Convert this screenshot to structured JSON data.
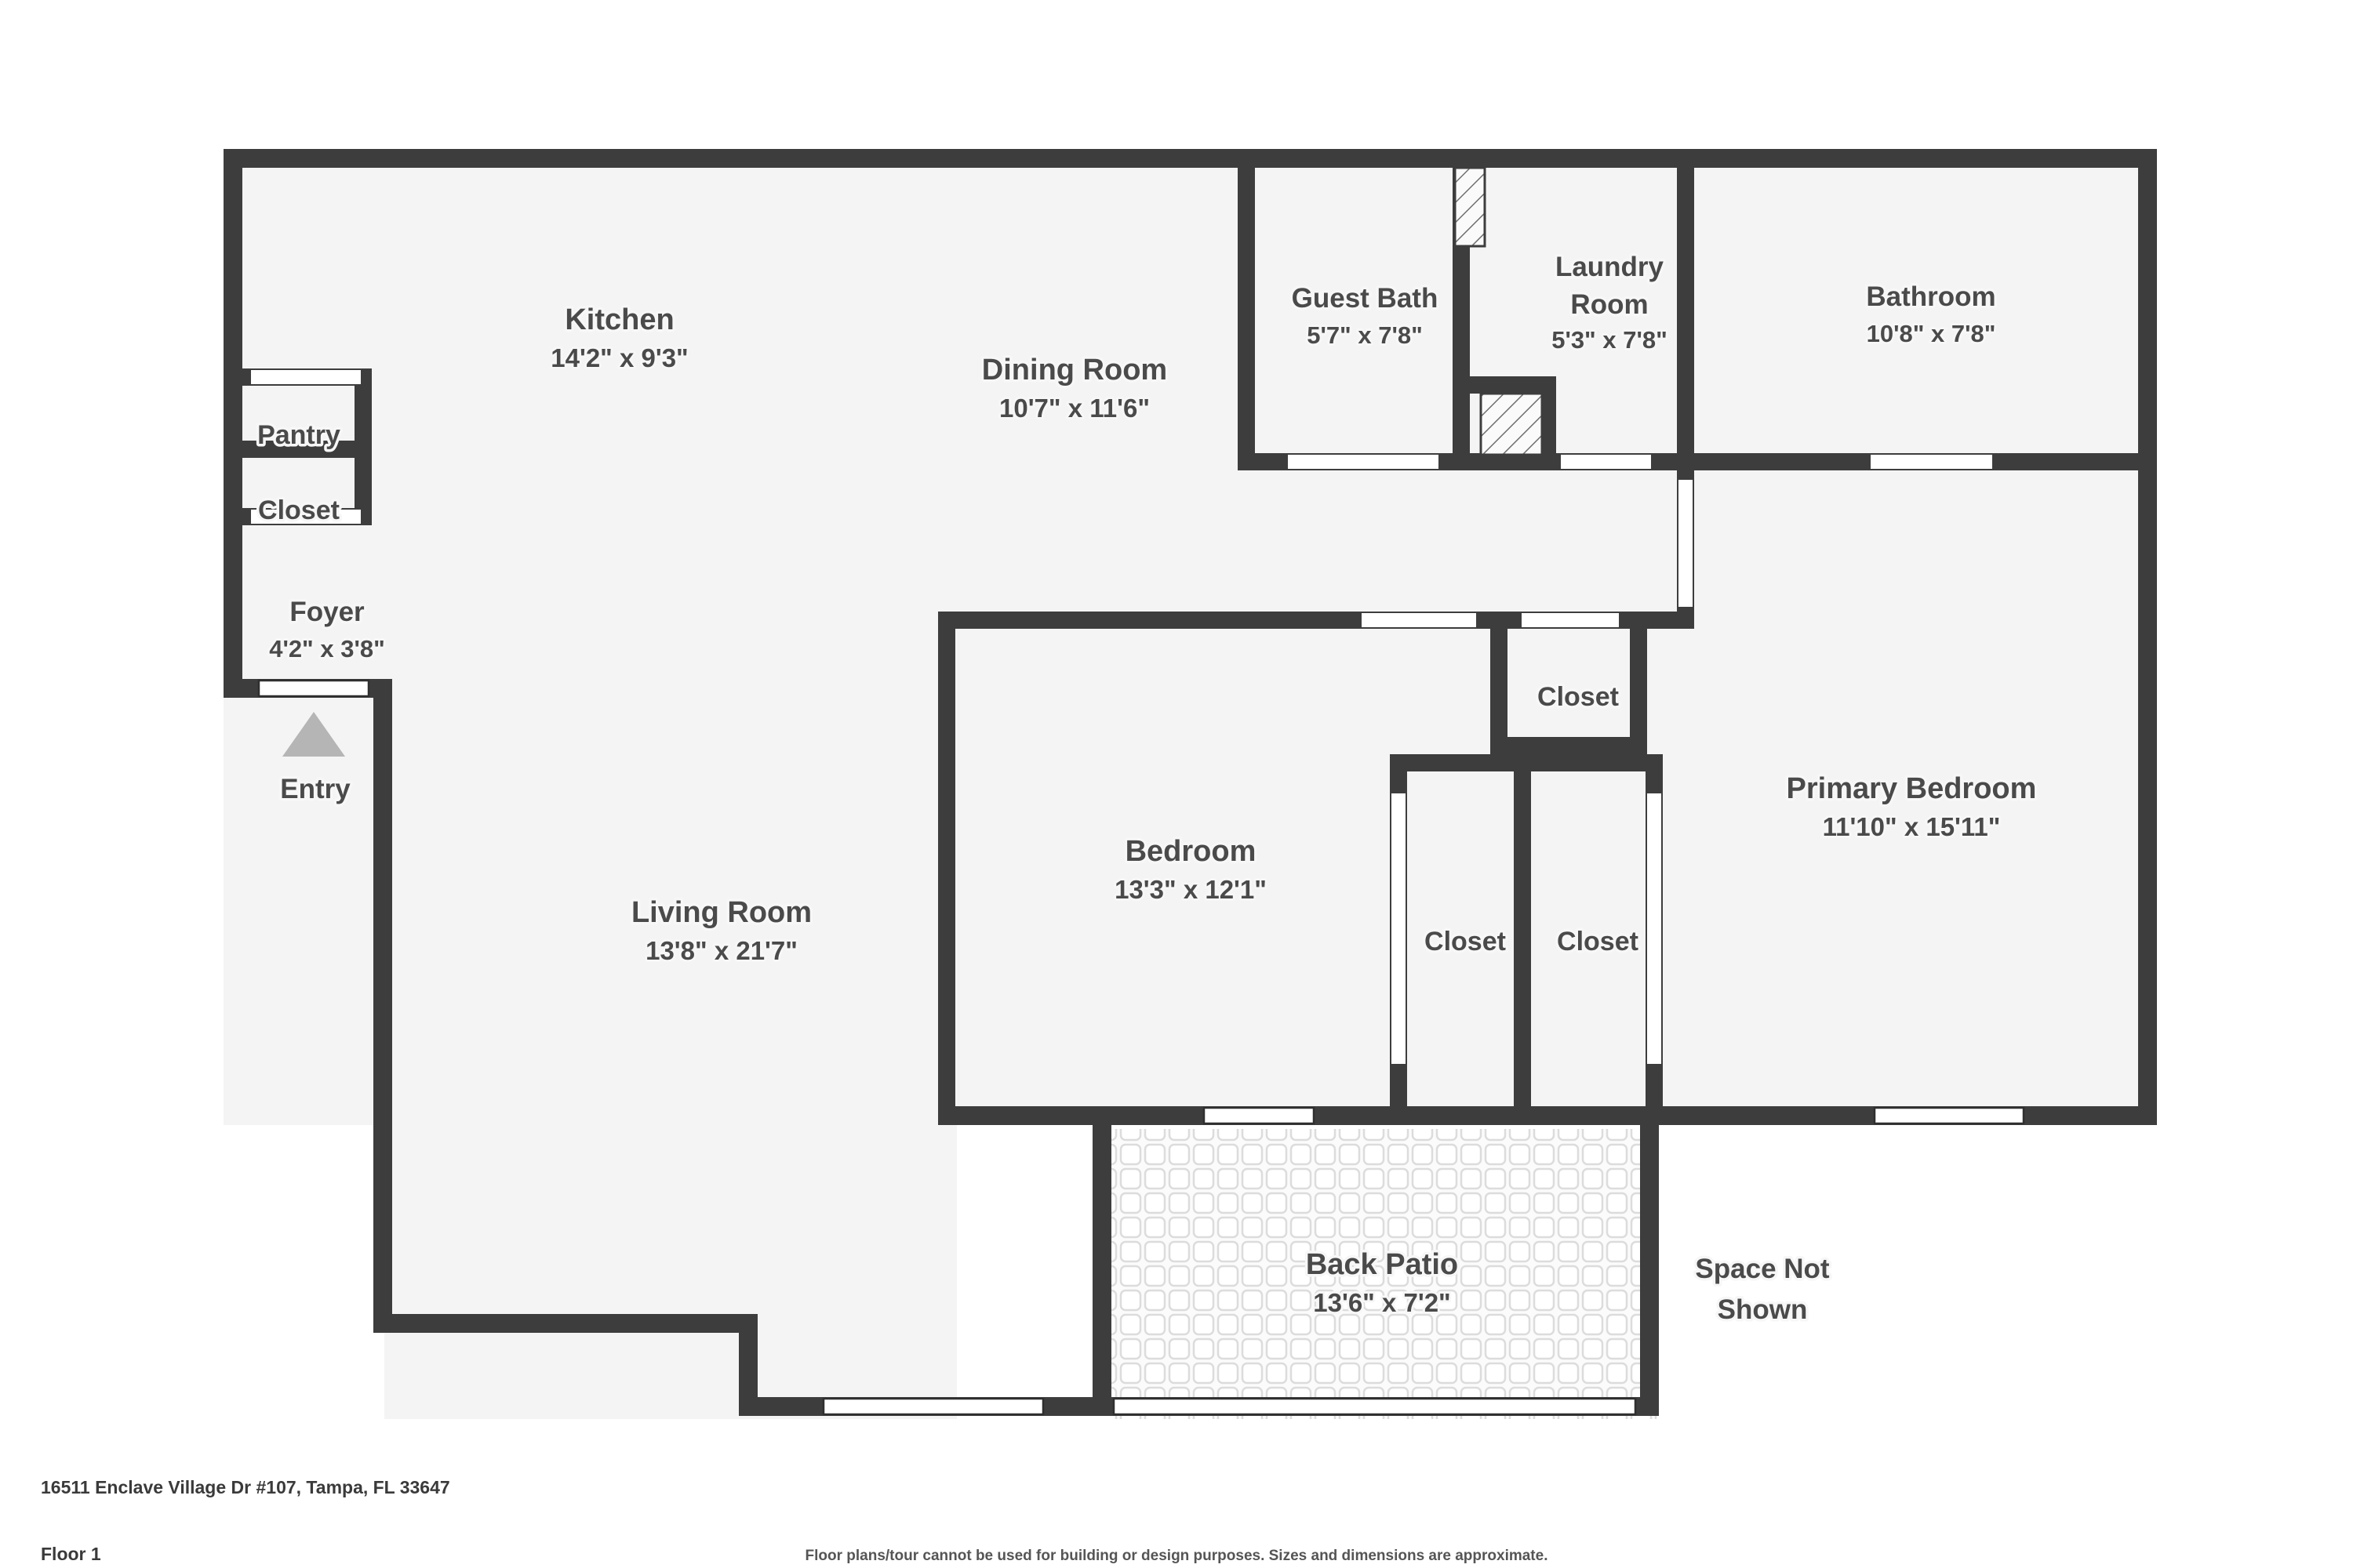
{
  "document": {
    "type": "floor-plan",
    "address": "16511 Enclave Village Dr #107, Tampa, FL 33647",
    "floor_label": "Floor 1",
    "disclaimer": "Floor plans/tour cannot be used for building or design purposes. Sizes and dimensions are approximate.",
    "background_color": "#ffffff",
    "wall_color": "#3d3d3d",
    "floor_fill_color": "#f4f4f4",
    "text_color": "#4a4a4a",
    "entry_marker_color": "#b5b5b5"
  },
  "rooms": [
    {
      "id": "kitchen",
      "name": "Kitchen",
      "dimensions": "14'2\" x 9'3\""
    },
    {
      "id": "dining-room",
      "name": "Dining Room",
      "dimensions": "10'7\" x 11'6\""
    },
    {
      "id": "guest-bath",
      "name": "Guest Bath",
      "dimensions": "5'7\" x 7'8\""
    },
    {
      "id": "laundry-room",
      "name": "Laundry Room",
      "dimensions": "5'3\" x 7'8\""
    },
    {
      "id": "bathroom",
      "name": "Bathroom",
      "dimensions": "10'8\" x 7'8\""
    },
    {
      "id": "pantry",
      "name": "Pantry",
      "dimensions": ""
    },
    {
      "id": "closet-hall",
      "name": "Closet",
      "dimensions": ""
    },
    {
      "id": "foyer",
      "name": "Foyer",
      "dimensions": "4'2\" x 3'8\""
    },
    {
      "id": "entry",
      "name": "Entry",
      "dimensions": ""
    },
    {
      "id": "living-room",
      "name": "Living Room",
      "dimensions": "13'8\" x 21'7\""
    },
    {
      "id": "bedroom",
      "name": "Bedroom",
      "dimensions": "13'3\" x 12'1\""
    },
    {
      "id": "closet-upper",
      "name": "Closet",
      "dimensions": ""
    },
    {
      "id": "closet-left",
      "name": "Closet",
      "dimensions": ""
    },
    {
      "id": "closet-right",
      "name": "Closet",
      "dimensions": ""
    },
    {
      "id": "primary-bedroom",
      "name": "Primary Bedroom",
      "dimensions": "11'10\" x 15'11\""
    },
    {
      "id": "back-patio",
      "name": "Back Patio",
      "dimensions": "13'6\" x 7'2\""
    },
    {
      "id": "space-not-shown-l1",
      "name": "Space Not",
      "dimensions": ""
    },
    {
      "id": "space-not-shown-l2",
      "name": "Shown",
      "dimensions": ""
    }
  ],
  "labels": {
    "kitchen_name": "Kitchen",
    "kitchen_dim": "14'2\" x 9'3\"",
    "dining_name": "Dining Room",
    "dining_dim": "10'7\" x 11'6\"",
    "guest_bath_name": "Guest Bath",
    "guest_bath_dim": "5'7\" x 7'8\"",
    "laundry_name_l1": "Laundry",
    "laundry_name_l2": "Room",
    "laundry_dim": "5'3\" x 7'8\"",
    "bathroom_name": "Bathroom",
    "bathroom_dim": "10'8\" x 7'8\"",
    "pantry_name": "Pantry",
    "closet_hall_name": "Closet",
    "foyer_name": "Foyer",
    "foyer_dim": "4'2\" x 3'8\"",
    "entry_name": "Entry",
    "living_name": "Living Room",
    "living_dim": "13'8\" x 21'7\"",
    "bedroom_name": "Bedroom",
    "bedroom_dim": "13'3\" x 12'1\"",
    "closet_upper_name": "Closet",
    "closet_left_name": "Closet",
    "closet_right_name": "Closet",
    "primary_name": "Primary Bedroom",
    "primary_dim": "11'10\" x 15'11\"",
    "patio_name": "Back Patio",
    "patio_dim": "13'6\" x 7'2\"",
    "space_not_shown_l1": "Space Not",
    "space_not_shown_l2": "Shown"
  },
  "footer": {
    "address": "16511 Enclave Village Dr #107, Tampa, FL 33647",
    "floor": "Floor 1",
    "disclaimer": "Floor plans/tour cannot be used for building or design purposes. Sizes and dimensions are approximate."
  }
}
